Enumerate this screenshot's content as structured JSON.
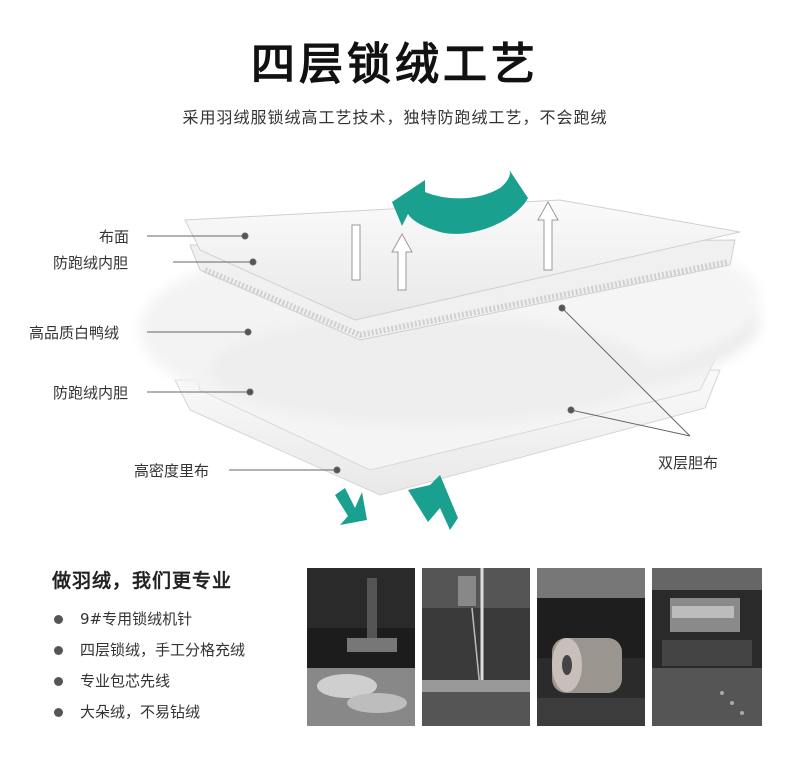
{
  "header": {
    "title": "四层锁绒工艺",
    "subtitle": "采用羽绒服锁绒高工艺技术，独特防跑绒工艺，不会跑绒"
  },
  "diagram": {
    "labels": {
      "fabric": "布面",
      "anti_leak_liner_top": "防跑绒内胆",
      "white_duck_down": "高品质白鸭绒",
      "anti_leak_liner_bottom": "防跑绒内胆",
      "lining": "高密度里布",
      "double_liner": "双层胆布"
    },
    "accent_color": "#1aa08f"
  },
  "features": {
    "title": "做羽绒，我们更专业",
    "items": [
      "9#专用锁绒机针",
      "四层锁绒，手工分格充绒",
      "专业包芯先线",
      "大朵绒，不易钻绒"
    ]
  },
  "photos": [
    {
      "icon": "sewing-machine-icon"
    },
    {
      "icon": "needle-thread-icon"
    },
    {
      "icon": "thread-spool-icon"
    },
    {
      "icon": "presser-foot-icon"
    }
  ]
}
